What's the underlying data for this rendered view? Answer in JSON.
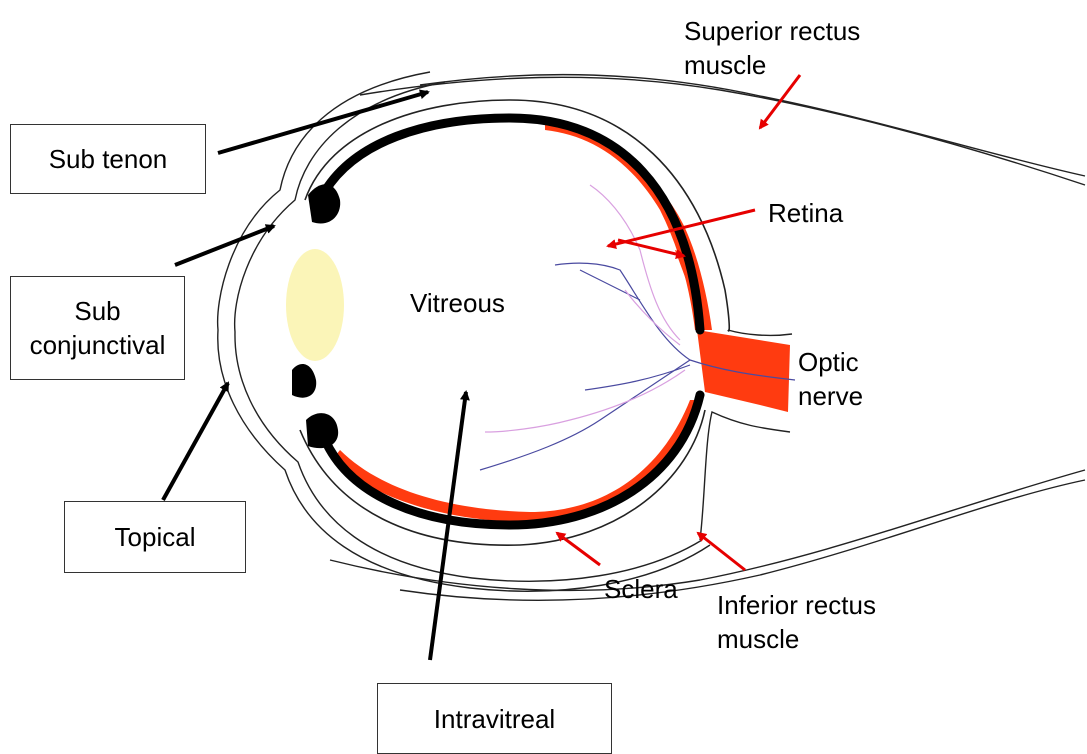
{
  "labels": {
    "superior_rectus": [
      "Superior rectus",
      "muscle"
    ],
    "retina": "Retina",
    "vitreous": "Vitreous",
    "optic_nerve": [
      "Optic",
      "nerve"
    ],
    "sclera": "Sclera",
    "inferior_rectus": [
      "Inferior rectus",
      "muscle"
    ]
  },
  "boxes": {
    "sub_tenon": "Sub tenon",
    "sub_conjunctival": [
      "Sub",
      "conjunctival"
    ],
    "topical": "Topical",
    "intravitreal": "Intravitreal"
  },
  "colors": {
    "line": "#222222",
    "choroid": "#000000",
    "retina_fill": "#ff3b10",
    "lens": "#fbf5b8",
    "red_arrow": "#e60000",
    "black_arrow": "#000000",
    "vessel_blue": "#4a4aa0",
    "vessel_pink": "#d9a0e0"
  }
}
